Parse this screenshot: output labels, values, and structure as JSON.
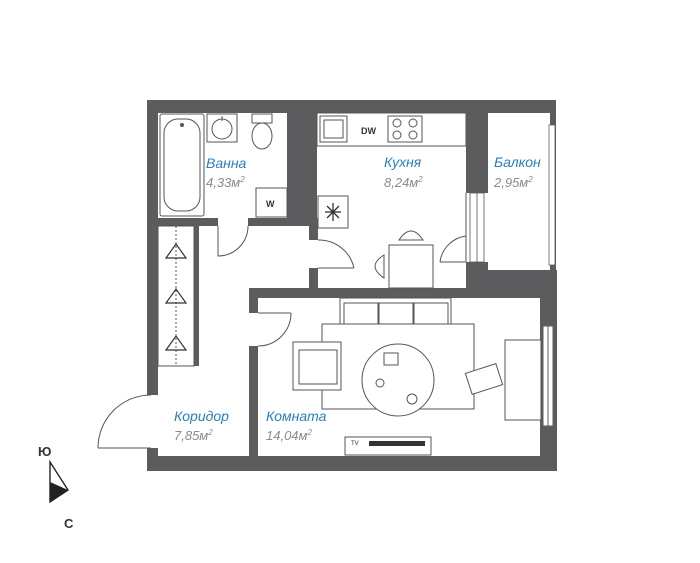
{
  "rooms": [
    {
      "id": "bathroom",
      "name": "Ванна",
      "area": "4,33м",
      "unit_sup": "2"
    },
    {
      "id": "kitchen",
      "name": "Кухня",
      "area": "8,24м",
      "unit_sup": "2"
    },
    {
      "id": "balcony",
      "name": "Балкон",
      "area": "2,95м",
      "unit_sup": "2"
    },
    {
      "id": "hallway",
      "name": "Коридор",
      "area": "7,85м",
      "unit_sup": "2"
    },
    {
      "id": "room",
      "name": "Комната",
      "area": "14,04м",
      "unit_sup": "2"
    }
  ],
  "labels": {
    "dishwasher": "DW",
    "washer": "W",
    "tv": "TV"
  },
  "compass": {
    "top": "Ю",
    "bottom": "С"
  },
  "colors": {
    "wall": "#5c5c5e",
    "room_name": "#2a7fc0",
    "room_area": "#8a8a8a"
  }
}
